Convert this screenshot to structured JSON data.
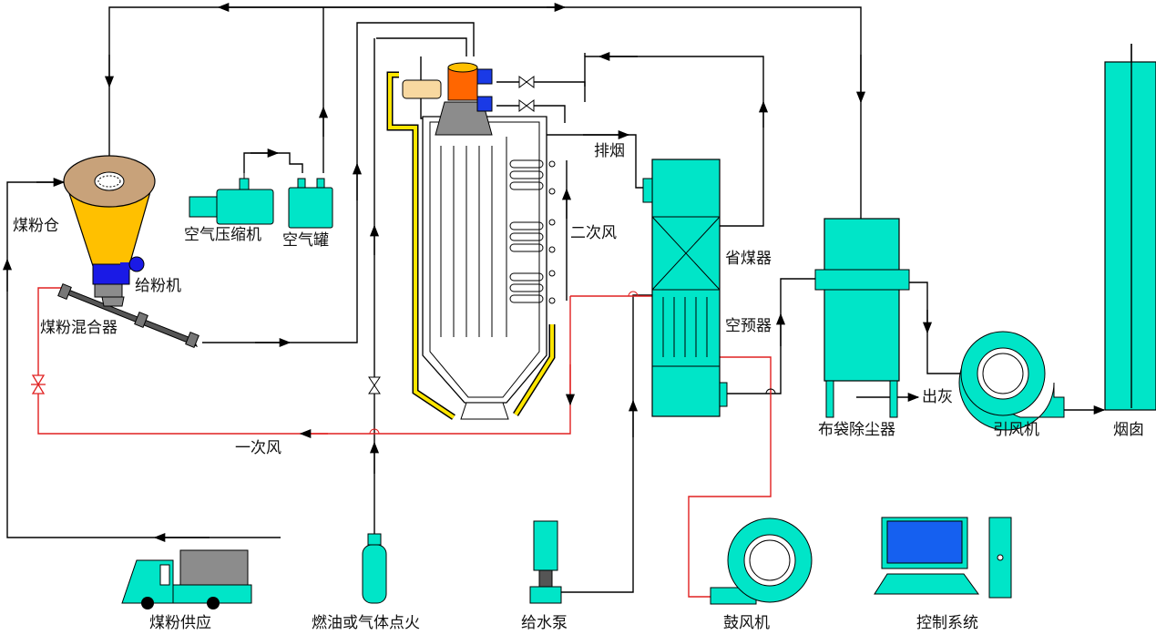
{
  "labels": {
    "coal_bin": "煤粉仓",
    "air_compressor": "空气压缩机",
    "air_tank": "空气罐",
    "feeder": "给粉机",
    "mixer": "煤粉混合器",
    "exhaust": "排烟",
    "secondary_air": "二次风",
    "economizer": "省煤器",
    "air_preheater": "空预器",
    "primary_air": "一次风",
    "bag_filter": "布袋除尘器",
    "ash_out": "出灰",
    "id_fan": "引风机",
    "chimney": "烟囱",
    "coal_supply": "煤粉供应",
    "ignition": "燃油或气体点火",
    "feed_pump": "给水泵",
    "blower": "鼓风机",
    "control_system": "控制系统"
  },
  "colors": {
    "equipment": "#00E5C8",
    "cone": "#FFC000",
    "coal": "#C8A27A",
    "burner": "#FF6600",
    "feeder_blue": "#1A1AE6",
    "air_line": "#E02020",
    "insulation": "#FFE600",
    "line": "#000000",
    "screen": "#1560F0",
    "grey": "#8C8C8C"
  }
}
